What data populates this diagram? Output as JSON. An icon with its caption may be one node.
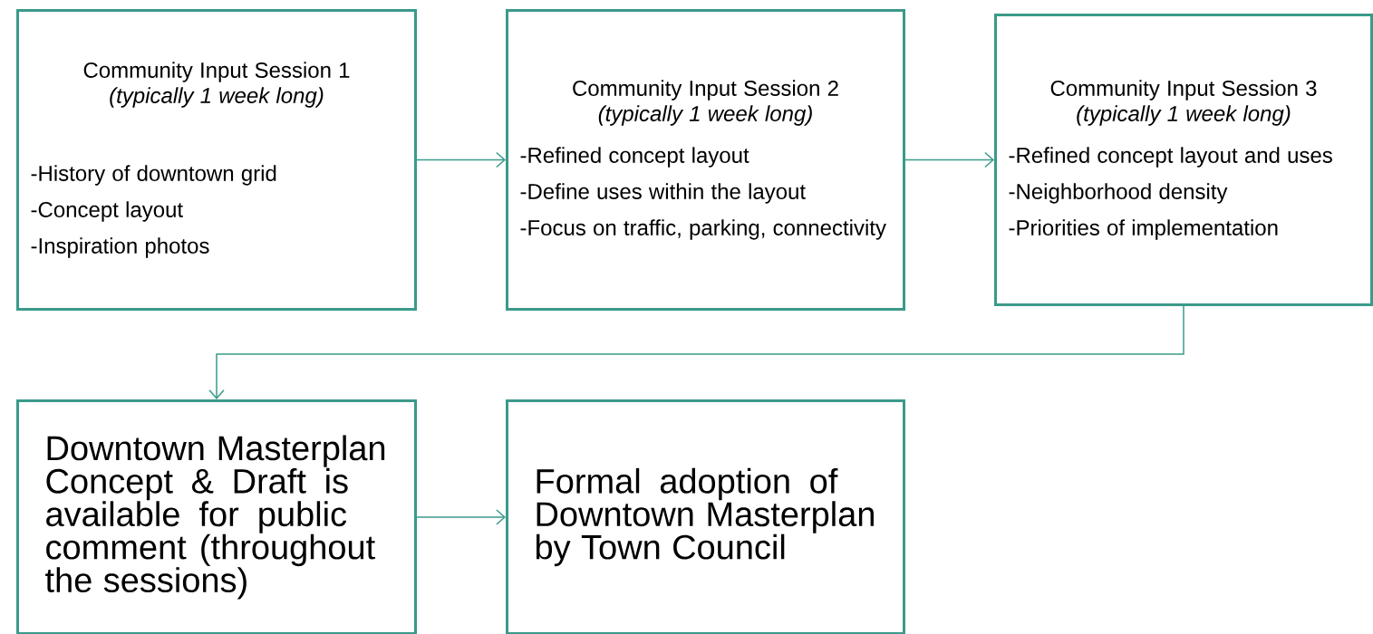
{
  "diagram": {
    "nodes": [
      {
        "text": [
          "Community Input Session 1",
          "(typically 1 week long)",
          "-History of downtown grid",
          "-Concept layout",
          "-Inspiration photos"
        ]
      },
      {
        "text": [
          "Community Input Session 2",
          "(typically 1 week long)",
          "-Refined concept layout",
          "-Define uses within the layout",
          "-Focus on traffic, parking, connectivity"
        ]
      },
      {
        "text": [
          "Community Input Session 3",
          "(typically 1 week long)",
          "-Refined concept layout and uses",
          "-Neighborhood density",
          "-Priorities of implementation"
        ]
      },
      {
        "text": [
          "Downtown Masterplan Concept & Draft is available for public comment (throughout the sessions)"
        ]
      },
      {
        "text": [
          "Formal adoption of Downtown Masterplan by Town Council"
        ]
      }
    ],
    "edges": [
      {
        "from": 0,
        "to": 1,
        "arrow": "to"
      },
      {
        "from": 1,
        "to": 2,
        "arrow": "to"
      },
      {
        "from": 2,
        "to": 3,
        "arrow": "to"
      },
      {
        "from": 3,
        "to": 4,
        "arrow": "to"
      }
    ]
  }
}
